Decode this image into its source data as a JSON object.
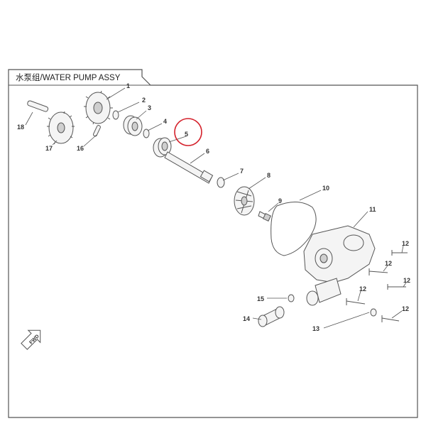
{
  "header": {
    "title": "水泵组/WATER PUMP ASSY"
  },
  "parts": [
    {
      "id": "1",
      "label": "1"
    },
    {
      "id": "2",
      "label": "2"
    },
    {
      "id": "3",
      "label": "3"
    },
    {
      "id": "4",
      "label": "4"
    },
    {
      "id": "5",
      "label": "5"
    },
    {
      "id": "6",
      "label": "6"
    },
    {
      "id": "7",
      "label": "7"
    },
    {
      "id": "8",
      "label": "8"
    },
    {
      "id": "9",
      "label": "9"
    },
    {
      "id": "10",
      "label": "10"
    },
    {
      "id": "11",
      "label": "11"
    },
    {
      "id": "12",
      "label": "12"
    },
    {
      "id": "13",
      "label": "13"
    },
    {
      "id": "14",
      "label": "14"
    },
    {
      "id": "15",
      "label": "15"
    },
    {
      "id": "16",
      "label": "16"
    },
    {
      "id": "17",
      "label": "17"
    },
    {
      "id": "18",
      "label": "18"
    }
  ],
  "fwd_marker": "FWD",
  "highlighted_part": "5",
  "colors": {
    "highlight": "#d4202a",
    "line": "#555555"
  }
}
